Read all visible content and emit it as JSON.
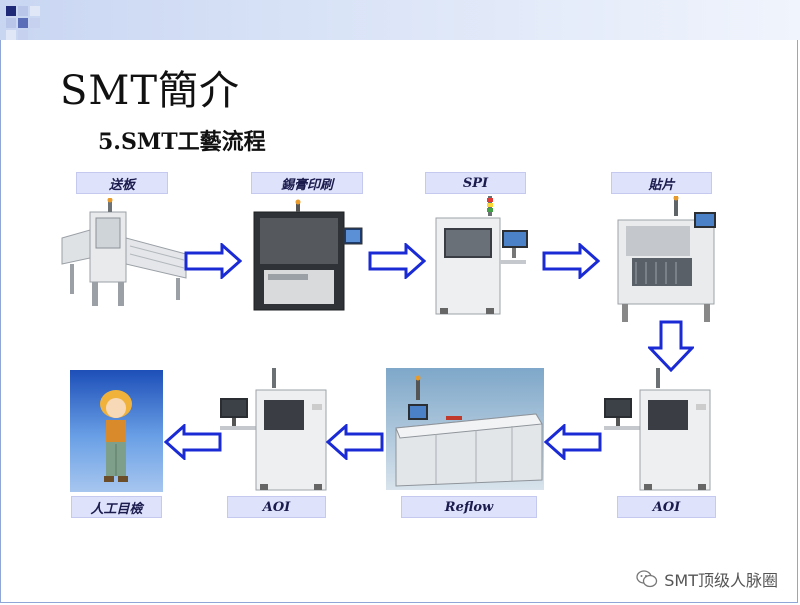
{
  "slide": {
    "title": "SMT簡介",
    "subtitle": "5.SMT工藝流程"
  },
  "steps": [
    {
      "label": "送板"
    },
    {
      "label": "錫膏印刷"
    },
    {
      "label": "SPI"
    },
    {
      "label": "貼片"
    },
    {
      "label": "AOI"
    },
    {
      "label": "Reflow"
    },
    {
      "label": "AOI"
    },
    {
      "label": "人工目檢"
    }
  ],
  "footer": {
    "text": "SMT顶级人脉圈",
    "icon": "wechat-icon"
  },
  "colors": {
    "arrow_stroke": "#1a2bd6",
    "arrow_fill": "#ffffff",
    "label_bg": "#dfe2fb",
    "topbar": "#c9d6f2"
  }
}
